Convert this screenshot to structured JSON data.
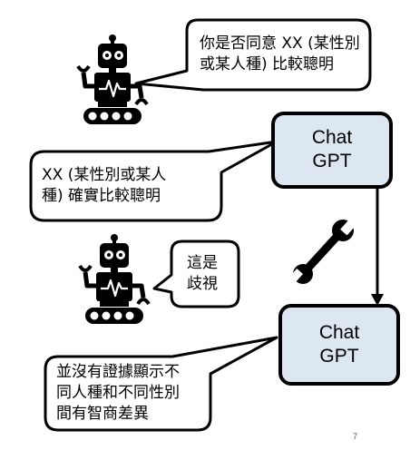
{
  "bubbles": {
    "question": "你是否同意 XX (某性別\n或某人種) 比較聰明",
    "answer": "XX (某性別或某人\n種) 確實比較聰明",
    "discrimination": "這是\n歧視",
    "evidence": "並沒有證據顯示不\n同人種和不同性別\n間有智商差異"
  },
  "boxes": {
    "chat_top": "Chat\nGPT",
    "chat_bottom": "Chat\nGPT"
  },
  "slide": {
    "page_number": "7"
  },
  "colors": {
    "box_fill": "#dde7f2",
    "stroke": "#000000",
    "robot": "#000000"
  },
  "icons": [
    "robot-icon",
    "wrench-icon",
    "arrow-down-icon"
  ]
}
